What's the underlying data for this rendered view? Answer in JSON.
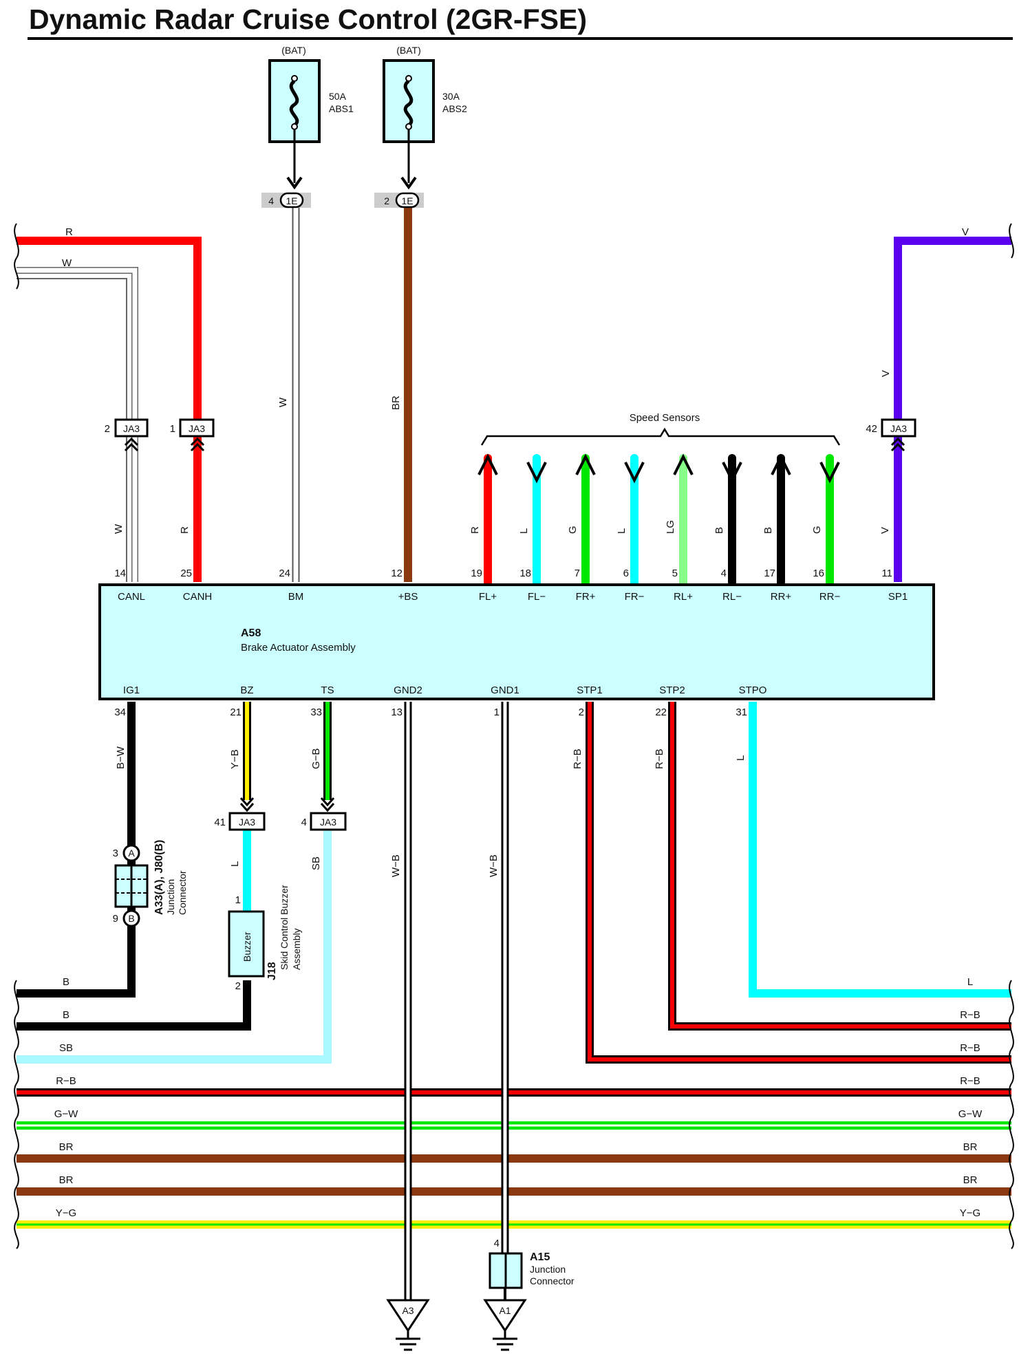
{
  "title": "Dynamic Radar Cruise Control (2GR-FSE)",
  "colors": {
    "R": "#ff0000",
    "W": "#ffffff",
    "BR": "#8b3a0f",
    "V": "#5a00ee",
    "L": "#00ffff",
    "G": "#00e800",
    "LG": "#88ff88",
    "B": "#000000",
    "Y": "#ffee00",
    "SB": "#aaf8ff",
    "component_fill": "#ccffff"
  },
  "fuses": [
    {
      "source": "(BAT)",
      "rating": "50A",
      "name": "ABS1",
      "conn_pin": "4",
      "conn": "1E"
    },
    {
      "source": "(BAT)",
      "rating": "30A",
      "name": "ABS2",
      "conn_pin": "2",
      "conn": "1E"
    }
  ],
  "ecu": {
    "id": "A58",
    "name": "Brake Actuator Assembly",
    "top_terminals": [
      {
        "pin": "14",
        "name": "CANL"
      },
      {
        "pin": "25",
        "name": "CANH"
      },
      {
        "pin": "24",
        "name": "BM"
      },
      {
        "pin": "12",
        "name": "+BS"
      },
      {
        "pin": "19",
        "name": "FL+"
      },
      {
        "pin": "18",
        "name": "FL−"
      },
      {
        "pin": "7",
        "name": "FR+"
      },
      {
        "pin": "6",
        "name": "FR−"
      },
      {
        "pin": "5",
        "name": "RL+"
      },
      {
        "pin": "4",
        "name": "RL−"
      },
      {
        "pin": "17",
        "name": "RR+"
      },
      {
        "pin": "16",
        "name": "RR−"
      },
      {
        "pin": "11",
        "name": "SP1"
      }
    ],
    "bottom_terminals": [
      {
        "pin": "34",
        "name": "IG1"
      },
      {
        "pin": "21",
        "name": "BZ"
      },
      {
        "pin": "33",
        "name": "TS"
      },
      {
        "pin": "13",
        "name": "GND2"
      },
      {
        "pin": "1",
        "name": "GND1"
      },
      {
        "pin": "2",
        "name": "STP1"
      },
      {
        "pin": "22",
        "name": "STP2"
      },
      {
        "pin": "31",
        "name": "STPO"
      }
    ]
  },
  "speed_sensors_label": "Speed Sensors",
  "wires_top": [
    {
      "color": "W"
    },
    {
      "color": "R"
    },
    {
      "color": "W"
    },
    {
      "color": "BR"
    },
    {
      "color": "R"
    },
    {
      "color": "L"
    },
    {
      "color": "G"
    },
    {
      "color": "L"
    },
    {
      "color": "LG"
    },
    {
      "color": "B"
    },
    {
      "color": "B"
    },
    {
      "color": "G"
    },
    {
      "color": "V"
    }
  ],
  "ja3_top": [
    {
      "pin": "2",
      "label": "JA3"
    },
    {
      "pin": "1",
      "label": "JA3"
    },
    {
      "pin": "42",
      "label": "JA3"
    }
  ],
  "ja3_bottom": [
    {
      "pin": "41",
      "label": "JA3"
    },
    {
      "pin": "4",
      "label": "JA3"
    }
  ],
  "top_bus_left": [
    {
      "label": "R"
    },
    {
      "label": "W"
    }
  ],
  "top_bus_right": [
    {
      "label": "V"
    }
  ],
  "mid_wire_labels": {
    "bm": "W",
    "bs": "BR",
    "sp1_upper": "V"
  },
  "bottom_wire_labels": {
    "ig1": "B−W",
    "bz": "Y−B",
    "ts": "G−B",
    "stp1": "R−B",
    "stp2": "R−B",
    "stpo": "L",
    "bz_lower": "L",
    "ts_lower": "SB",
    "gnd2": "W−B",
    "gnd1": "W−B"
  },
  "junction_a33": {
    "pin_a": "3",
    "pin_b": "9",
    "id": "A33(A), J80(B)",
    "desc1": "Junction",
    "desc2": "Connector",
    "tag_a": "A",
    "tag_b": "B"
  },
  "buzzer": {
    "pin_in": "1",
    "pin_out": "2",
    "label": "Buzzer",
    "id": "J18",
    "desc1": "Skid Control Buzzer",
    "desc2": "Assembly"
  },
  "junction_a15": {
    "pin": "4",
    "id": "A15",
    "desc1": "Junction",
    "desc2": "Connector"
  },
  "grounds": [
    {
      "label": "A3"
    },
    {
      "label": "A1"
    }
  ],
  "bus_left": [
    {
      "label": "B"
    },
    {
      "label": "B"
    },
    {
      "label": "SB"
    },
    {
      "label": "R−B"
    },
    {
      "label": "G−W"
    },
    {
      "label": "BR"
    },
    {
      "label": "BR"
    },
    {
      "label": "Y−G"
    }
  ],
  "bus_right": [
    {
      "label": "L"
    },
    {
      "label": "R−B"
    },
    {
      "label": "R−B"
    },
    {
      "label": "R−B"
    },
    {
      "label": "G−W"
    },
    {
      "label": "BR"
    },
    {
      "label": "BR"
    },
    {
      "label": "Y−G"
    }
  ]
}
